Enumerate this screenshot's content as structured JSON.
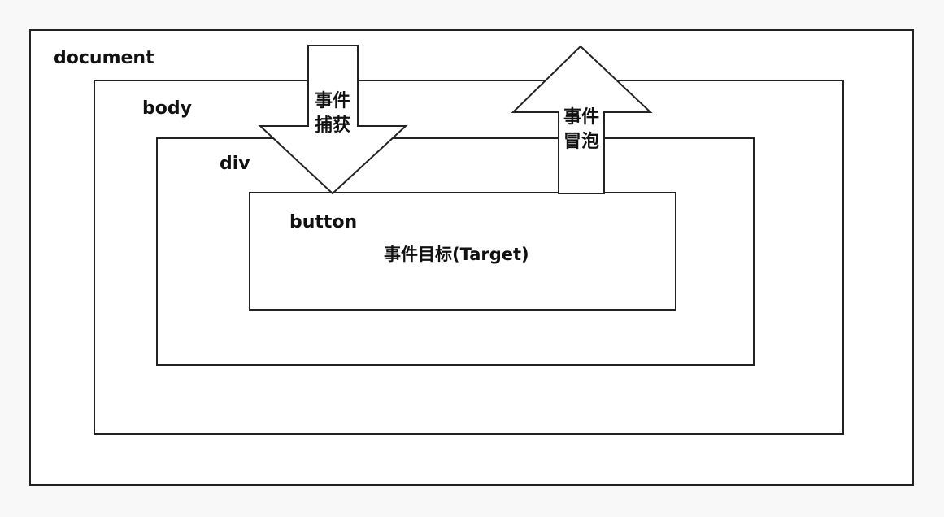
{
  "layers": {
    "document": "document",
    "body": "body",
    "div": "div",
    "button": "button"
  },
  "target_label": "事件目标(Target)",
  "capture": {
    "line1": "事件",
    "line2": "捕获",
    "direction": "down"
  },
  "bubble": {
    "line1": "事件",
    "line2": "冒泡",
    "direction": "up"
  },
  "colors": {
    "stroke": "#222222",
    "background": "#f8f8f8",
    "box_fill": "#ffffff"
  }
}
